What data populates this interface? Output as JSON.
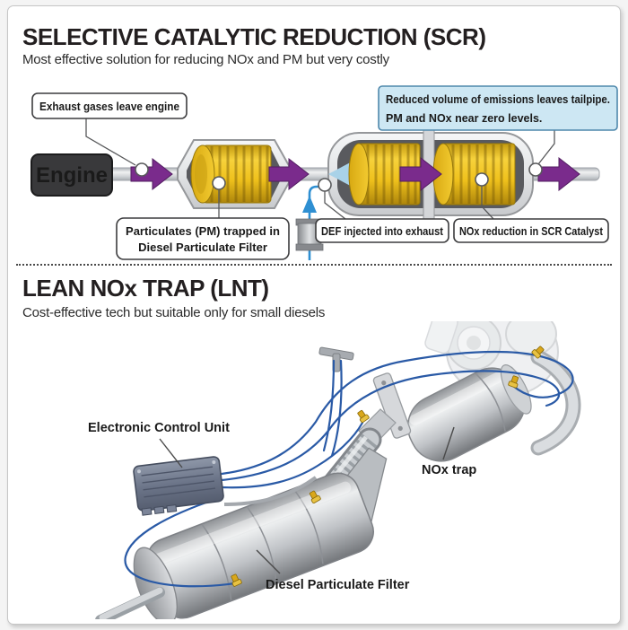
{
  "scr": {
    "title": "SELECTIVE CATALYTIC REDUCTION (SCR)",
    "subtitle": "Most effective solution for reducing NOx and PM but very costly",
    "engine_label": "Engine",
    "callout_exhaust": "Exhaust gases leave engine",
    "callout_tailpipe_line1": "Reduced volume of emissions leaves tailpipe.",
    "callout_tailpipe_line2": "PM and NOx near zero levels.",
    "callout_pm_line1": "Particulates (PM) trapped in",
    "callout_pm_line2": "Diesel Particulate Filter",
    "callout_def": "DEF injected into exhaust",
    "callout_nox": "NOx reduction in SCR Catalyst"
  },
  "lnt": {
    "title": "LEAN NOx TRAP (LNT)",
    "subtitle": "Cost-effective tech but suitable only for small diesels",
    "label_ecu": "Electronic Control Unit",
    "label_nox_trap": "NOx trap",
    "label_dpf": "Diesel Particulate Filter"
  },
  "colors": {
    "arrow_purple": "#7a2b8c",
    "filter_yellow": "#f2c41d",
    "engine_bg": "#39393b",
    "engine_text_yellow": "#f2c31e",
    "def_blue": "#2e8fd2",
    "wire_blue": "#2a5aa6",
    "callout_blue_bg": "#cde7f3",
    "callout_blue_border": "#4f88ac"
  }
}
